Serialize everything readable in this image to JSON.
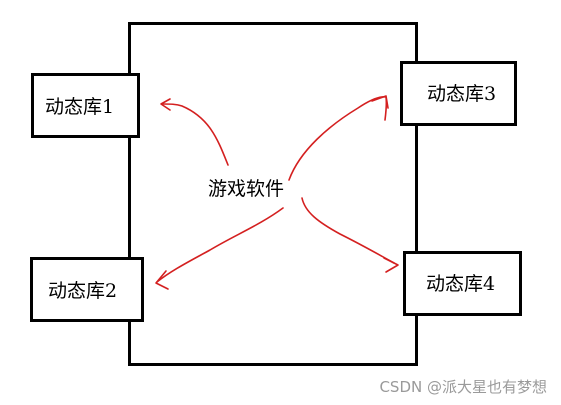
{
  "center_label": "游戏软件",
  "libraries": [
    {
      "label": "动态库1"
    },
    {
      "label": "动态库2"
    },
    {
      "label": "动态库3"
    },
    {
      "label": "动态库4"
    }
  ],
  "watermark": "CSDN @派大星也有梦想",
  "colors": {
    "border": "#000000",
    "arrow": "#d42020",
    "watermark": "#9a9a9a"
  }
}
